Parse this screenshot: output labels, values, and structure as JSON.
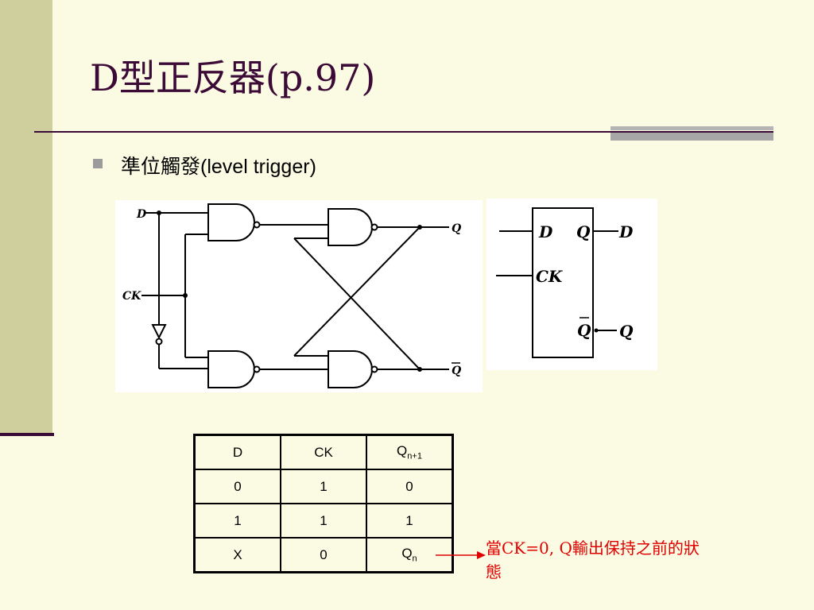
{
  "title": "D型正反器(p.97)",
  "bullet": {
    "text_cjk": "準位觸發",
    "text_en": "(level trigger)"
  },
  "circuit": {
    "label_d": "D",
    "label_ck": "CK",
    "label_q": "Q",
    "label_qbar": "Q"
  },
  "symbol": {
    "in_d": "D",
    "in_ck": "CK",
    "out_q": "Q",
    "out_qbar": "Q",
    "ext_d": "D",
    "ext_q": "Q"
  },
  "table": {
    "headers": [
      "D",
      "CK",
      "Q",
      "n+1"
    ],
    "rows": [
      [
        "0",
        "1",
        "0"
      ],
      [
        "1",
        "1",
        "1"
      ],
      [
        "X",
        "0",
        "Q",
        "n"
      ]
    ]
  },
  "note": "當CK=0, Q輸出保持之前的狀態",
  "colors": {
    "accent": "#3c0a36",
    "note": "#e00000",
    "sidebar": "#cfcf9e",
    "background": "#fbfbe3"
  }
}
